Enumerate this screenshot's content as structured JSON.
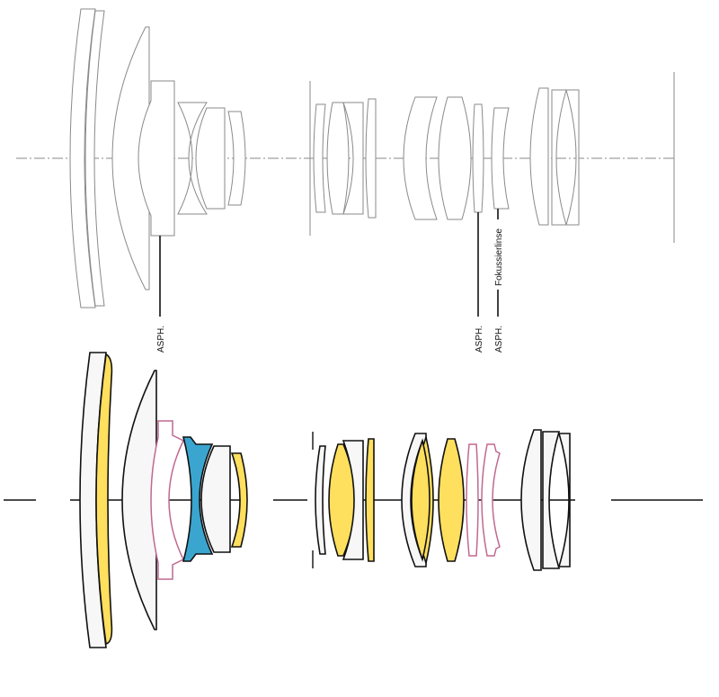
{
  "labels": {
    "asph_1": "ASPH.",
    "asph_2": "ASPH.",
    "asph_3": "ASPH.",
    "focus_lens": "Fokussierlinse"
  },
  "colors": {
    "outline_gray": "#8a8a8a",
    "outline_black": "#111111",
    "yellow": "#ffdf5e",
    "blue": "#3aa6d0",
    "pink": "#c0698f",
    "white_fill": "#f7f7f7"
  }
}
